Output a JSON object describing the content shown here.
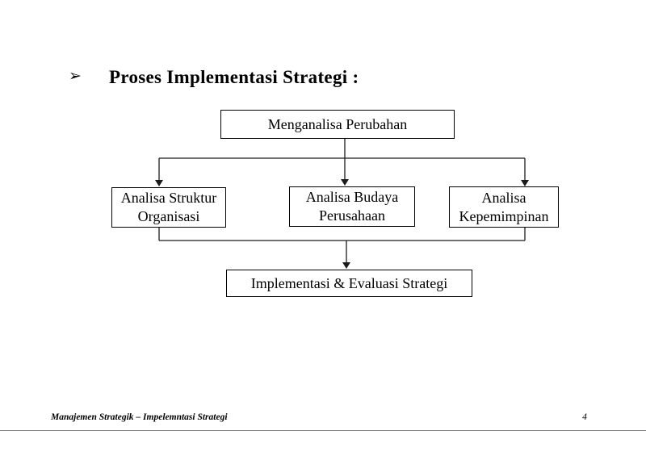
{
  "slide": {
    "bullet": "➢",
    "title": "Proses Implementasi Strategi :"
  },
  "diagram": {
    "boxes": {
      "top": "Menganalisa Perubahan",
      "left": "Analisa Struktur\nOrganisasi",
      "center": "Analisa Budaya\nPerusahaan",
      "right": "Analisa\nKepemimpinan",
      "bottom": "Implementasi & Evaluasi Strategi"
    }
  },
  "footer": {
    "text": "Manajemen Strategik – Impelemntasi Strategi",
    "page_number": "4"
  },
  "colors": {
    "text": "#000000",
    "box_border": "#000000",
    "connector_line": "#1c1c1c",
    "footer_rule": "#7d7d7d",
    "background": "#ffffff"
  }
}
